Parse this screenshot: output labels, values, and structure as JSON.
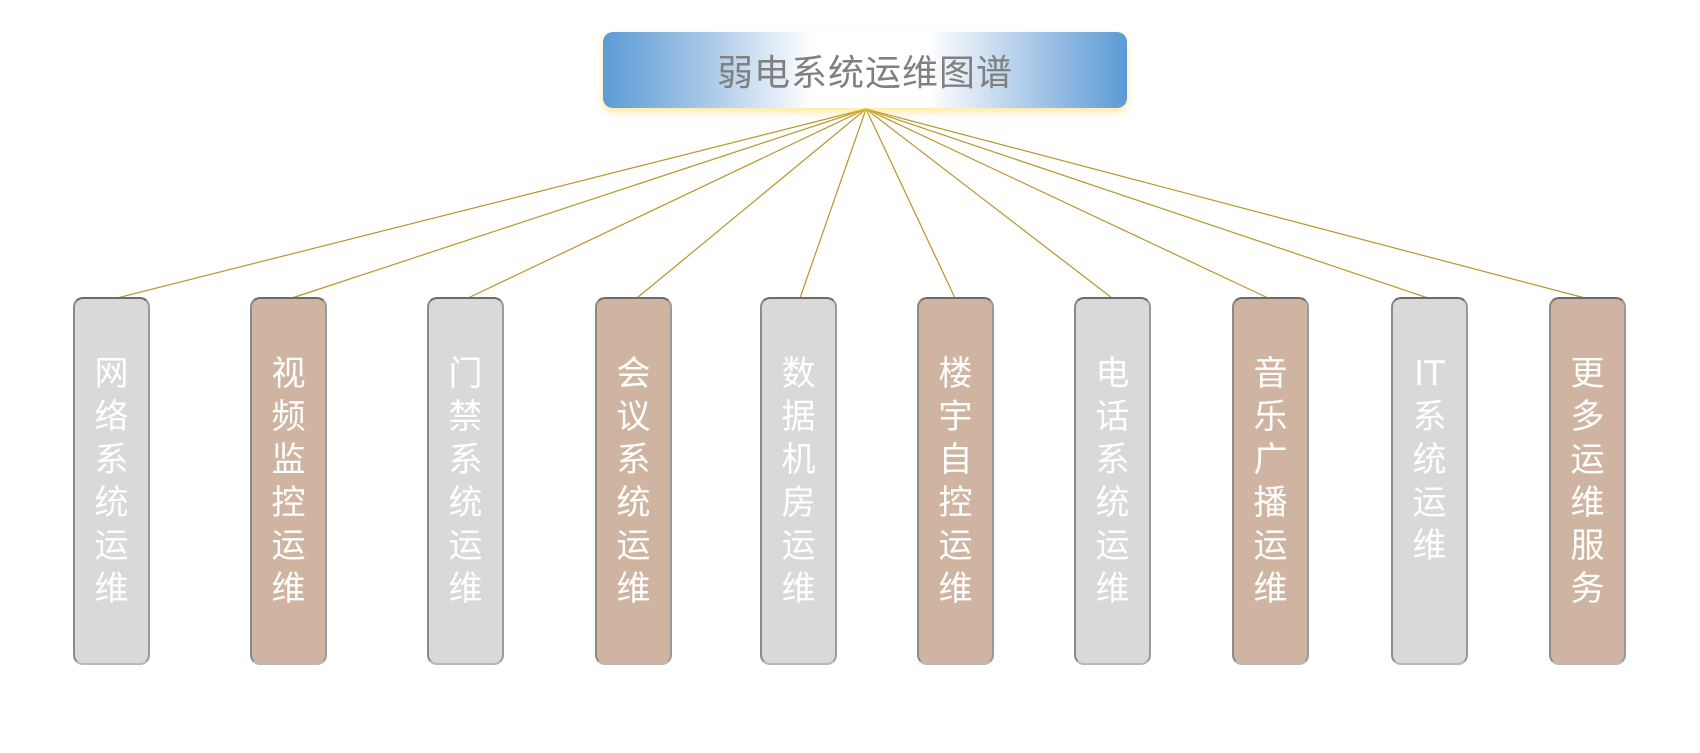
{
  "title": "弱电系统运维图谱",
  "colors": {
    "gray": "#d9d9d9",
    "tan": "#d0b4a2",
    "link": "#b8962a",
    "title_blue": "#5b9bd5"
  },
  "nodes": [
    {
      "label": "网络系统运维",
      "style": "gray"
    },
    {
      "label": "视频监控运维",
      "style": "tan"
    },
    {
      "label": "门禁系统运维",
      "style": "gray"
    },
    {
      "label": "会议系统运维",
      "style": "tan"
    },
    {
      "label": "数据机房运维",
      "style": "gray"
    },
    {
      "label": "楼宇自控运维",
      "style": "tan"
    },
    {
      "label": "电话系统运维",
      "style": "gray"
    },
    {
      "label": "音乐广播运维",
      "style": "tan"
    },
    {
      "label": "IT系统运维",
      "style": "gray"
    },
    {
      "label": "更多运维服务",
      "style": "tan"
    }
  ]
}
